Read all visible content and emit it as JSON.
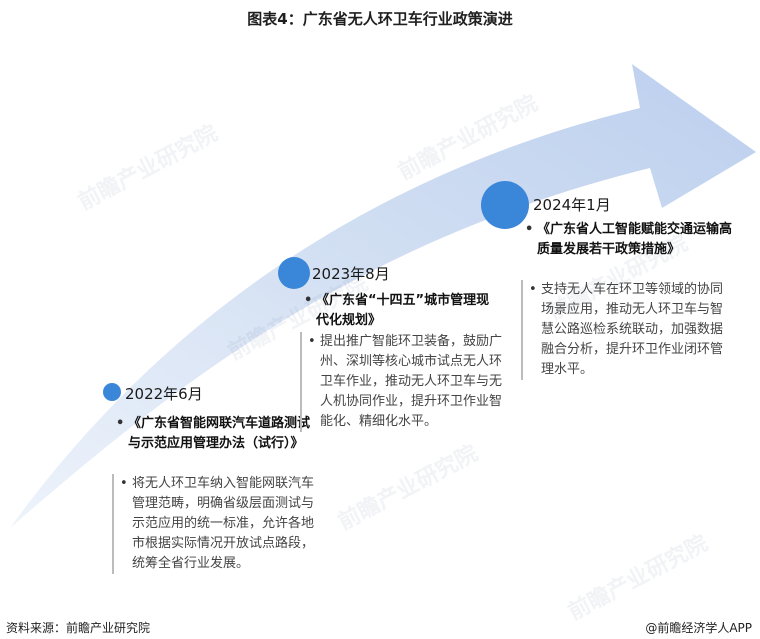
{
  "title": "图表4：广东省无人环卫车行业政策演进",
  "watermark": "前瞻产业研究院",
  "milestones": [
    {
      "date": "2022年6月",
      "document": "《广东省智能网联汽车道路测试与示范应用管理办法（试行）》",
      "description": "将无人环卫车纳入智能网联汽车管理范畴，明确省级层面测试与示范应用的统一标准，允许各地市根据实际情况开放试点路段，统筹全省行业发展。"
    },
    {
      "date": "2023年8月",
      "document": "《广东省“十四五”城市管理现代化规划》",
      "description": "提出推广智能环卫装备，鼓励广州、深圳等核心城市试点无人环卫车作业，推动无人环卫车与无人机协同作业，提升环卫作业智能化、精细化水平。"
    },
    {
      "date": "2024年1月",
      "document": "《广东省人工智能赋能交通运输高质量发展若干政策措施》",
      "description": "支持无人车在环卫等领域的协同场景应用，推动无人环卫车与智慧公路巡检系统联动，加强数据融合分析，提升环卫作业闭环管理水平。"
    }
  ],
  "footer": {
    "source": "资料来源：前瞻产业研究院",
    "brand": "@前瞻经济学人APP"
  },
  "colors": {
    "arrow": "#c7d6ef",
    "dot": "#3a86d8"
  }
}
